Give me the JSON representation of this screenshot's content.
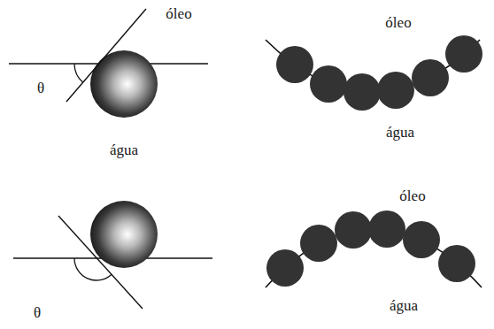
{
  "diagram": {
    "labels": [
      "óleo",
      "θ",
      "água",
      "óleo",
      "água",
      "θ",
      "óleo",
      "água"
    ]
  }
}
